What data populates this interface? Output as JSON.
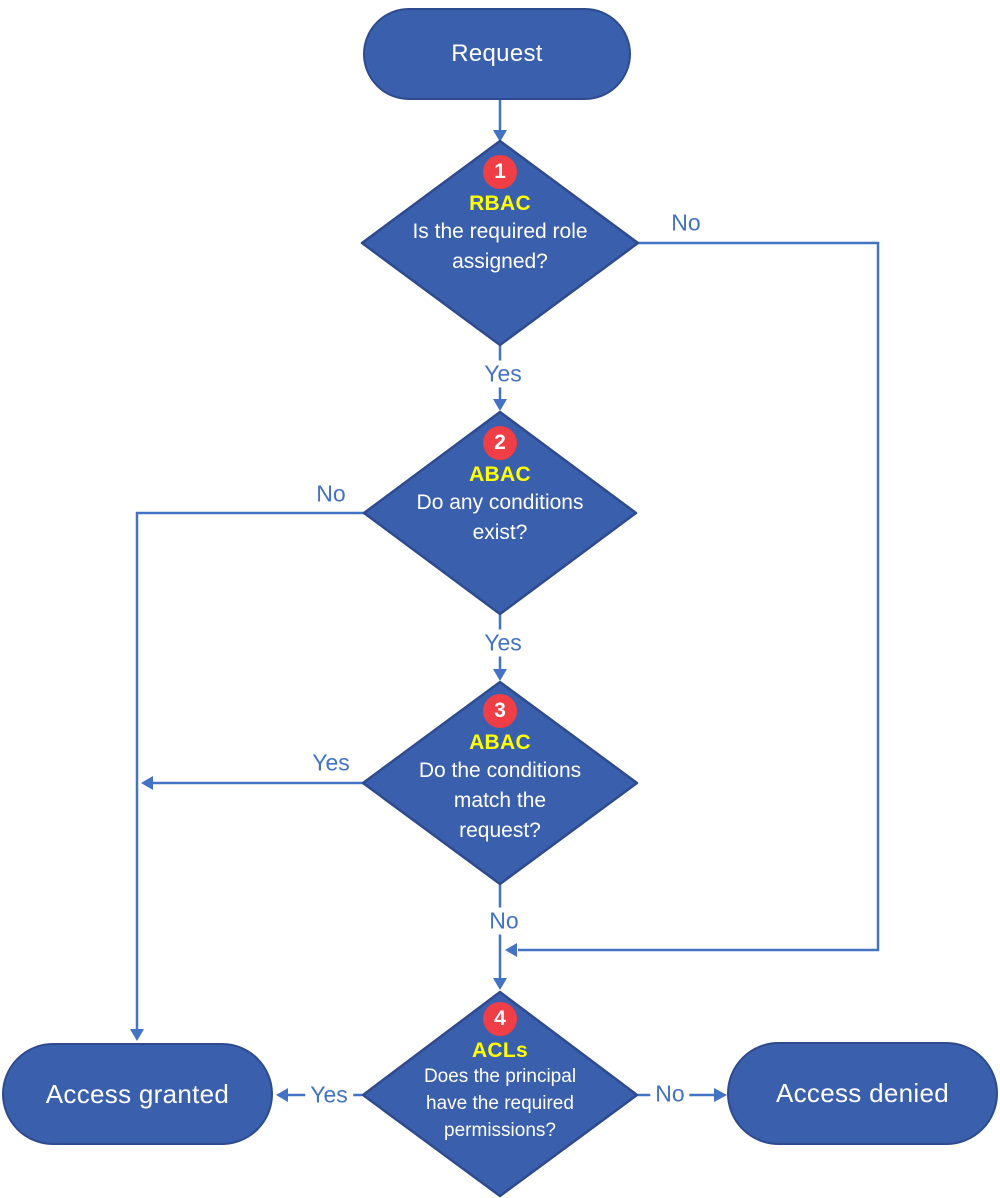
{
  "colors": {
    "shape_fill": "#3A5FAC",
    "shape_border": "#2E4B8F",
    "connector": "#4472C4",
    "label_text": "#4472C4",
    "badge_fill": "#EF3E45",
    "badge_text": "#FFFFFF",
    "tag_text": "#FFFF00",
    "shape_text": "#FFFFFF",
    "background": "#FFFFFF"
  },
  "flowchart": {
    "start": {
      "label": "Request"
    },
    "decisions": [
      {
        "number": "1",
        "tag": "RBAC",
        "question": "Is the required role\nassigned?",
        "yes_label": "Yes",
        "no_label": "No"
      },
      {
        "number": "2",
        "tag": "ABAC",
        "question": "Do any conditions\nexist?",
        "yes_label": "Yes",
        "no_label": "No"
      },
      {
        "number": "3",
        "tag": "ABAC",
        "question": "Do the conditions\nmatch the\nrequest?",
        "yes_label": "Yes",
        "no_label": "No"
      },
      {
        "number": "4",
        "tag": "ACLs",
        "question": "Does the principal\nhave the required\npermissions?",
        "yes_label": "Yes",
        "no_label": "No"
      }
    ],
    "outcomes": {
      "granted": {
        "label": "Access granted"
      },
      "denied": {
        "label": "Access denied"
      }
    }
  }
}
